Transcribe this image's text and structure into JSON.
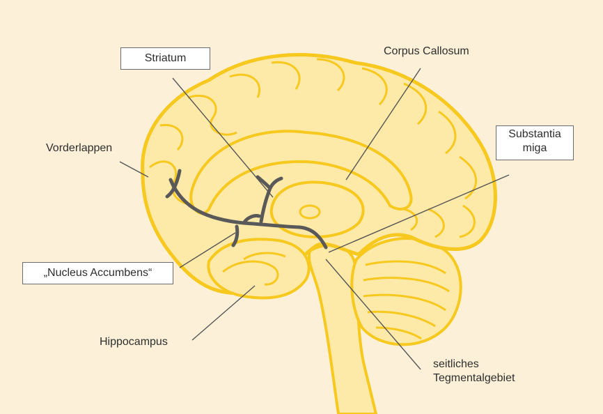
{
  "labels": {
    "striatum": "Striatum",
    "corpus_callosum": "Corpus Callosum",
    "vorderlappen": "Vorderlappen",
    "substantia_line1": "Substantia",
    "substantia_line2": "miga",
    "nucleus_accumbens": "„Nucleus Accumbens“",
    "hippocampus": "Hippocampus",
    "tegmental_line1": "seitliches",
    "tegmental_line2": "Tegmentalgebiet"
  },
  "colors": {
    "background": "#fcf1d8",
    "brain_fill": "#fde9a8",
    "brain_outline": "#f7c81e",
    "pathway": "#595959",
    "leader_line": "#555555"
  }
}
